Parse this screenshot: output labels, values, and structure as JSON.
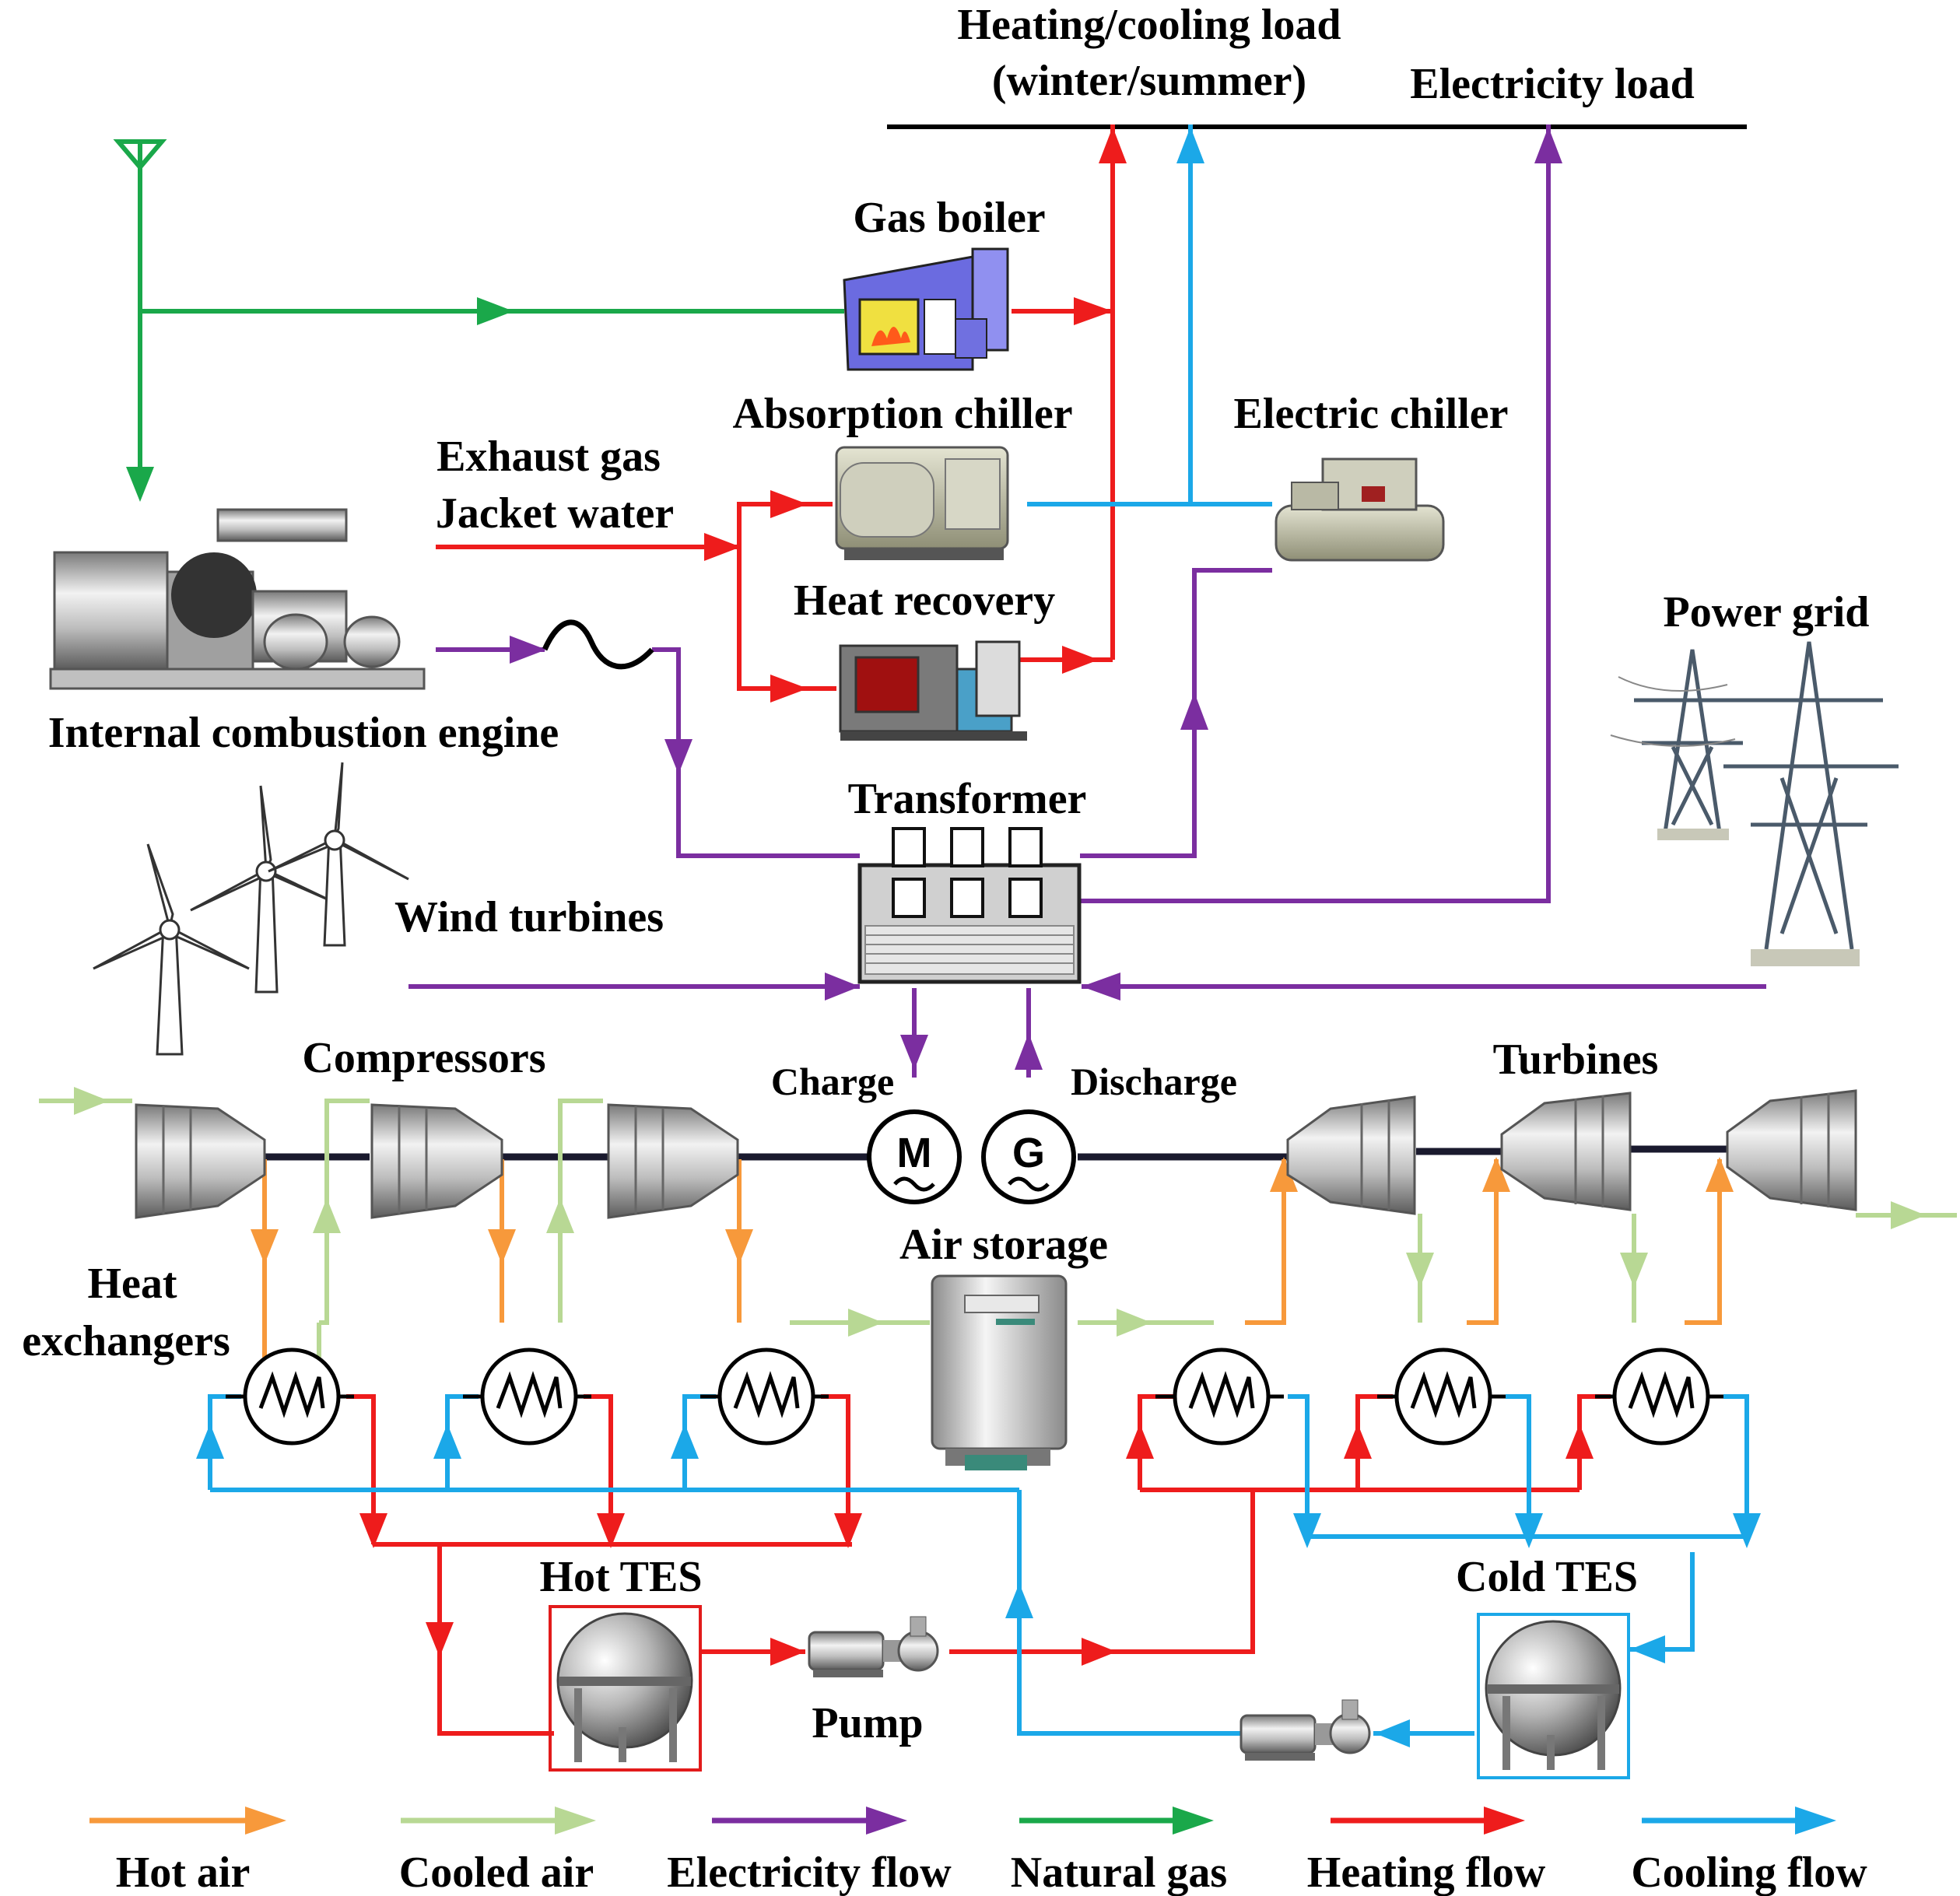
{
  "labels": {
    "heating_cooling_load_1": "Heating/cooling load",
    "heating_cooling_load_2": "(winter/summer)",
    "electricity_load": "Electricity load",
    "gas_boiler": "Gas boiler",
    "absorption_chiller": "Absorption chiller",
    "electric_chiller": "Electric chiller",
    "exhaust_gas": "Exhaust gas",
    "jacket_water": "Jacket water",
    "heat_recovery": "Heat recovery",
    "power_grid": "Power grid",
    "internal_combustion_engine": "Internal combustion engine",
    "transformer": "Transformer",
    "wind_turbines": "Wind turbines",
    "compressors": "Compressors",
    "charge": "Charge",
    "discharge": "Discharge",
    "turbines": "Turbines",
    "motor_symbol": "M",
    "generator_symbol": "G",
    "air_storage": "Air storage",
    "heat_exchangers_1": "Heat",
    "heat_exchangers_2": "exchangers",
    "hot_tes": "Hot TES",
    "cold_tes": "Cold TES",
    "pump": "Pump"
  },
  "legend": [
    {
      "label": "Hot air",
      "color": "#f7993b"
    },
    {
      "label": "Cooled air",
      "color": "#b8d894"
    },
    {
      "label": "Electricity flow",
      "color": "#7b2ea0"
    },
    {
      "label": "Natural gas",
      "color": "#1aa84a"
    },
    {
      "label": "Heating flow",
      "color": "#ee1c1c"
    },
    {
      "label": "Cooling flow",
      "color": "#1ba8e8"
    }
  ],
  "colors": {
    "hot_air": "#f7993b",
    "cooled_air": "#b8d894",
    "electricity": "#7b2ea0",
    "natural_gas": "#1aa84a",
    "heating": "#ee1c1c",
    "cooling": "#1ba8e8",
    "hot_tes_border": "#e21b1b",
    "cold_tes_border": "#1ba8e8"
  }
}
